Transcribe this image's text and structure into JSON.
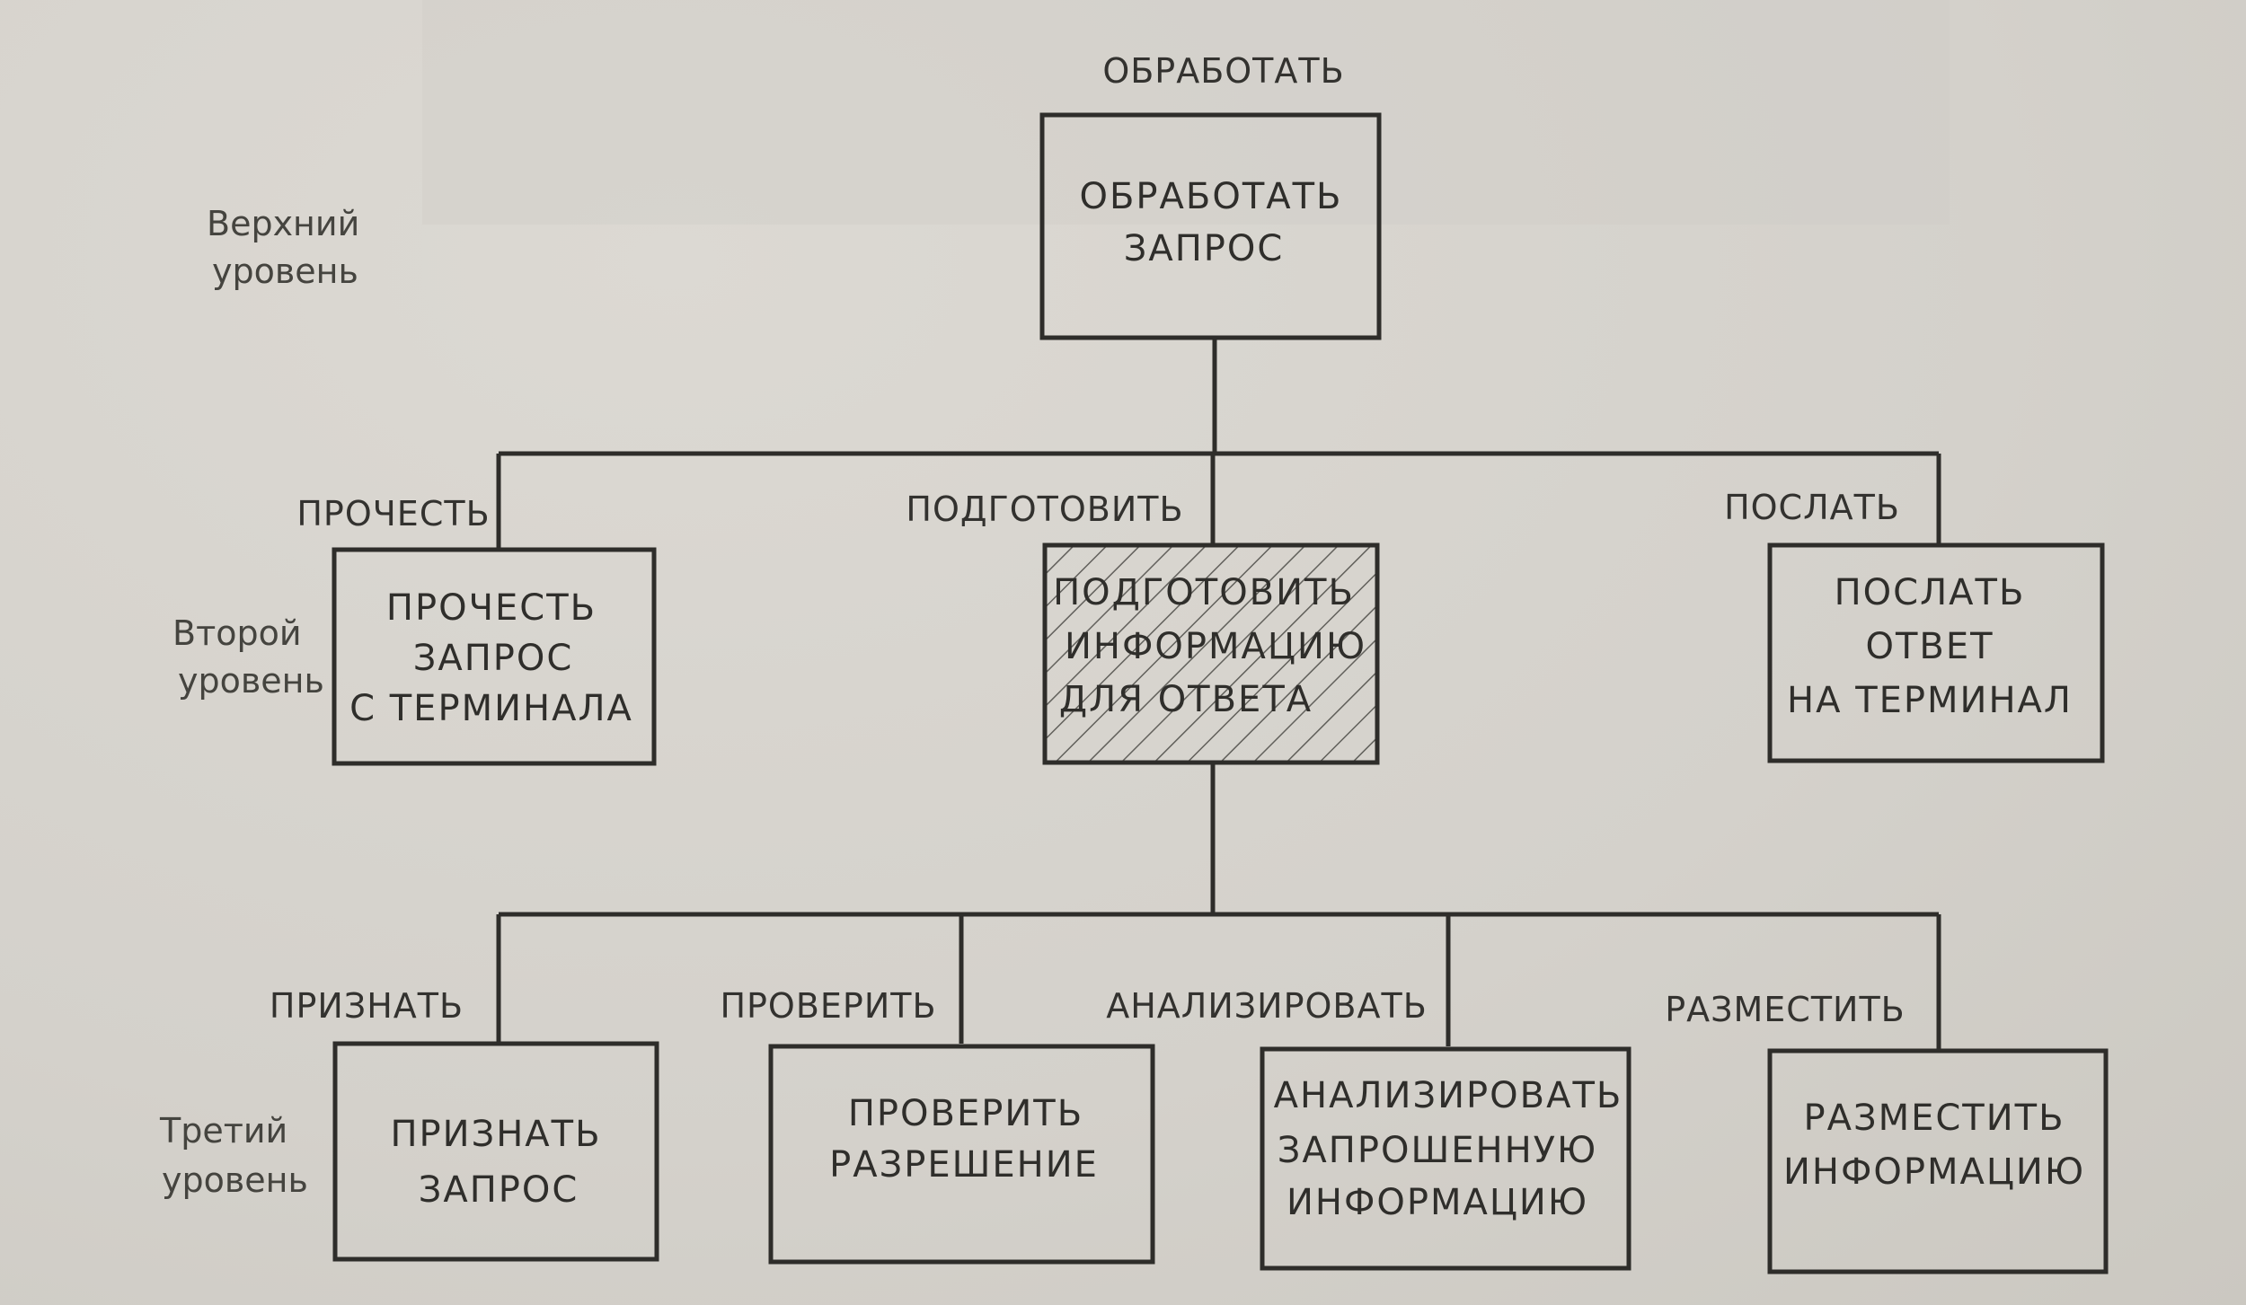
{
  "levels": {
    "top": {
      "line1": "Верхний",
      "line2": "уровень"
    },
    "second": {
      "line1": "Второй",
      "line2": "уровень"
    },
    "third": {
      "line1": "Третий",
      "line2": "уровень"
    }
  },
  "nodes": {
    "process": {
      "label": "ОБРАБОТАТЬ",
      "lines": [
        "ОБРАБОТАТЬ",
        "ЗАПРОС"
      ]
    },
    "read": {
      "label": "ПРОЧЕСТЬ",
      "lines": [
        "ПРОЧЕСТЬ",
        "ЗАПРОС",
        "С ТЕРМИНАЛА"
      ]
    },
    "prepare": {
      "label": "ПОДГОТОВИТЬ",
      "lines": [
        "ПОДГОТОВИТЬ",
        "ИНФОРМАЦИЮ",
        "ДЛЯ ОТВЕТА"
      ],
      "hatched": true
    },
    "send": {
      "label": "ПОСЛАТЬ",
      "lines": [
        "ПОСЛАТЬ",
        "ОТВЕТ",
        "НА ТЕРМИНАЛ"
      ]
    },
    "acknowledge": {
      "label": "ПРИЗНАТЬ",
      "lines": [
        "ПРИЗНАТЬ",
        "ЗАПРОС"
      ]
    },
    "check": {
      "label": "ПРОВЕРИТЬ",
      "lines": [
        "ПРОВЕРИТЬ",
        "РАЗРЕШЕНИЕ"
      ]
    },
    "analyze": {
      "label": "АНАЛИЗИРОВАТЬ",
      "lines": [
        "АНАЛИЗИРОВАТЬ",
        "ЗАПРОШЕННУЮ",
        "ИНФОРМАЦИЮ"
      ]
    },
    "place": {
      "label": "РАЗМЕСТИТЬ",
      "lines": [
        "РАЗМЕСТИТЬ",
        "ИНФОРМАЦИЮ"
      ]
    }
  },
  "colors": {
    "paper": "#d6d3cd",
    "ink": "#2e2d2a"
  }
}
